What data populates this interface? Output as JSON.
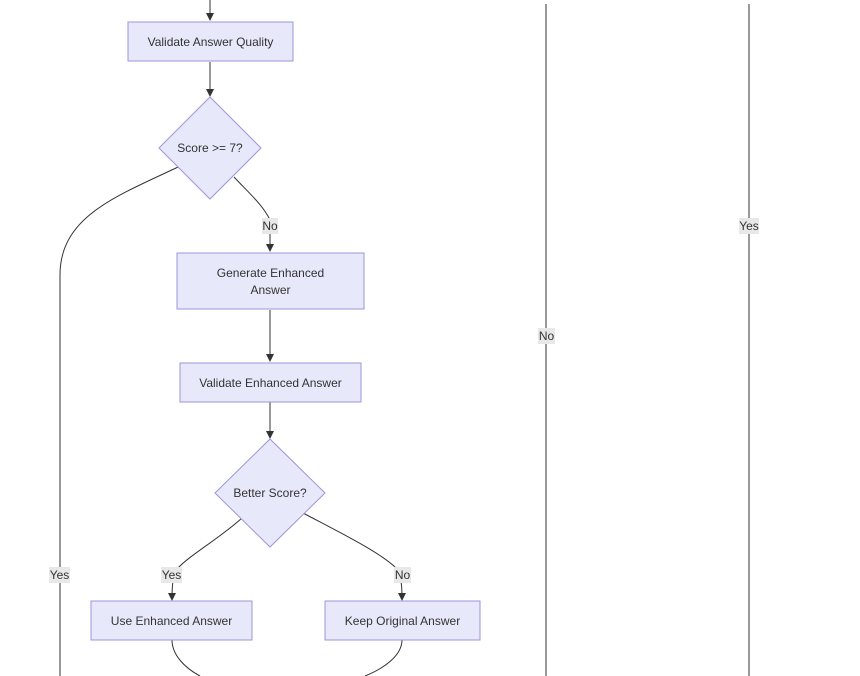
{
  "diagram": {
    "colors": {
      "node_fill": "#e8e8fb",
      "node_stroke": "#9b95d9",
      "edge_stroke": "#333333",
      "label_bg": "#e8e8e8",
      "text": "#333333"
    },
    "nodes": {
      "validate_quality": "Validate Answer Quality",
      "score_decision": "Score >= 7?",
      "generate_enhanced_line1": "Generate Enhanced",
      "generate_enhanced_line2": "Answer",
      "validate_enhanced": "Validate Enhanced Answer",
      "better_decision": "Better Score?",
      "use_enhanced": "Use Enhanced Answer",
      "keep_original": "Keep Original Answer"
    },
    "edge_labels": {
      "score_no": "No",
      "score_yes": "Yes",
      "better_yes": "Yes",
      "better_no": "No",
      "right_no": "No",
      "far_right_yes": "Yes"
    }
  }
}
